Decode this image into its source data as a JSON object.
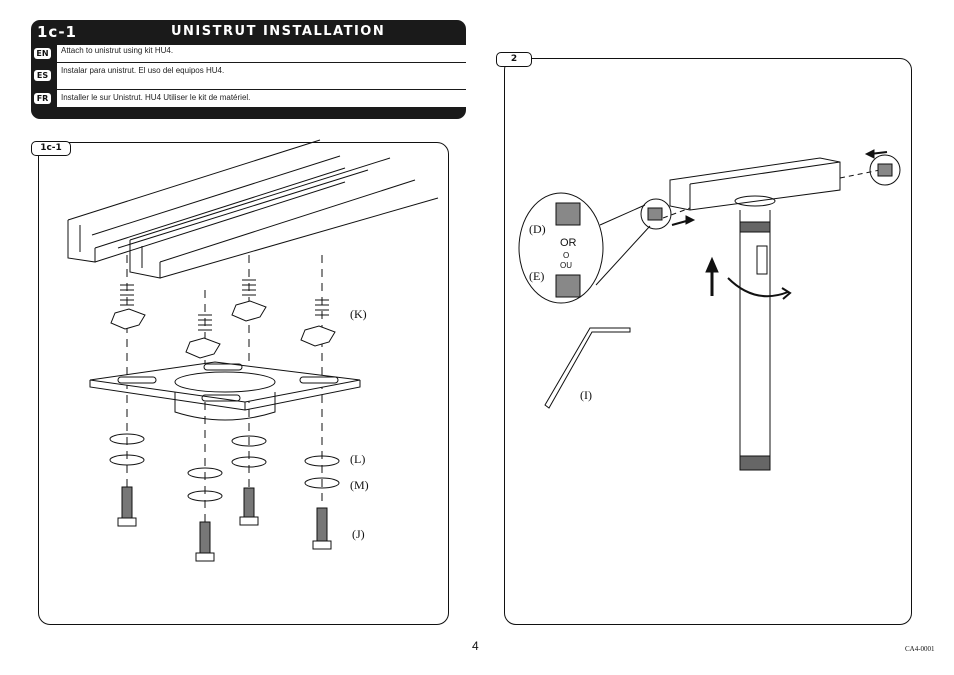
{
  "header": {
    "step": "1c-1",
    "title": "UNISTRUT INSTALLATION",
    "rows": [
      {
        "lang": "EN",
        "text": "Attach to unistrut using kit HU4."
      },
      {
        "lang": "ES",
        "text": "Instalar para unistrut.  El uso del equipos HU4."
      },
      {
        "lang": "FR",
        "text": "Installer le sur Unistrut.  HU4 Utiliser le kit de matériel."
      }
    ]
  },
  "panel1": {
    "tab": "1c-1",
    "labels": {
      "k": "(K)",
      "l": "(L)",
      "m": "(M)",
      "j": "(J)"
    }
  },
  "panel2": {
    "tab": "2",
    "labels": {
      "d": "(D)",
      "or": "OR",
      "o": "O",
      "ou": "OU",
      "e": "(E)",
      "i": "(I)"
    }
  },
  "footer": {
    "page_number": "4",
    "doc_id": "CA4-0001"
  }
}
